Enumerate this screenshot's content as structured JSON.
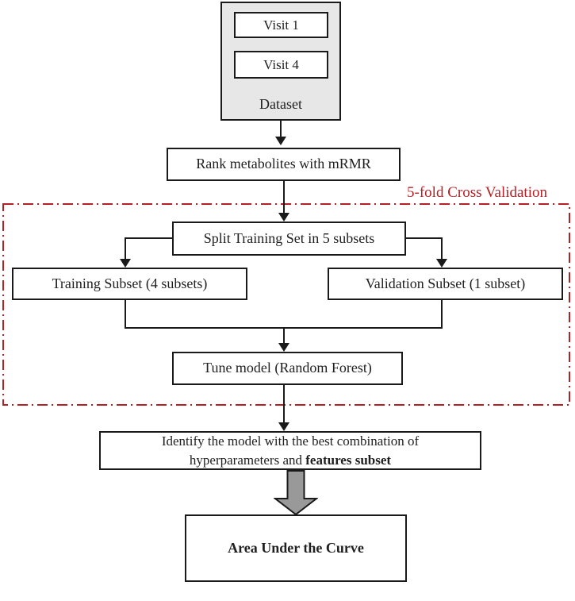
{
  "diagram": {
    "dataset": {
      "label": "Dataset",
      "items": [
        {
          "label": "Visit 1"
        },
        {
          "label": "Visit 4"
        }
      ]
    },
    "rank": {
      "label": "Rank metabolites with mRMR"
    },
    "cross_validation": {
      "label": "5-fold Cross Validation",
      "split": {
        "label": "Split Training Set in 5 subsets"
      },
      "training": {
        "label": "Training Subset (4 subsets)"
      },
      "validation": {
        "label": "Validation Subset (1 subset)"
      },
      "tune": {
        "label": "Tune model (Random Forest)"
      }
    },
    "identify": {
      "line1": "Identify the model with the best combination of",
      "line2_prefix": "hyperparameters and ",
      "line2_bold": "features subset"
    },
    "auc": {
      "label": "Area Under the Curve"
    }
  },
  "colors": {
    "box_border": "#1a1a1a",
    "dataset_fill": "#e7e7e7",
    "cv_border": "#b52025",
    "block_arrow_fill": "#999999"
  }
}
